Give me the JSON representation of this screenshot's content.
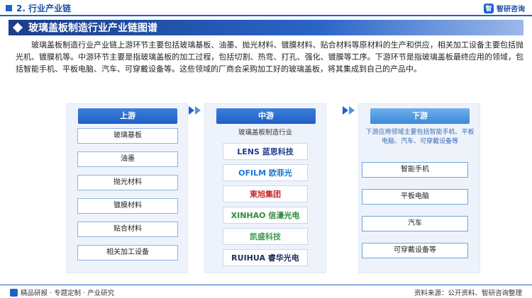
{
  "header": {
    "section": "2. 行业产业链",
    "brand": "智研咨询"
  },
  "title": "玻璃盖板制造行业产业链图谱",
  "paragraph": "玻璃盖板制造行业产业链上游环节主要包括玻璃基板、油墨、抛光材料、镀膜材料、贴合材料等原材料的生产和供应，相关加工设备主要包括抛光机、镀膜机等。中游环节主要是指玻璃盖板的加工过程，包括切割、热弯、打孔、强化、镀膜等工序。下游环节是指玻璃盖板最终应用的领域，包括智能手机、平板电脑、汽车、可穿戴设备等。这些领域的厂商会采购加工好的玻璃盖板，将其集成到自己的产品中。",
  "upstream": {
    "label": "上游",
    "items": [
      "玻璃基板",
      "油墨",
      "抛光材料",
      "镀膜材料",
      "贴合材料",
      "相关加工设备"
    ]
  },
  "midstream": {
    "label": "中游",
    "caption": "玻璃盖板制造行业",
    "logos": [
      {
        "text": "LENS 蓝思科技",
        "color": "#1c3d8f"
      },
      {
        "text": "OFILM 欧菲光",
        "color": "#1a76d2"
      },
      {
        "text": "東旭集团",
        "color": "#c62828"
      },
      {
        "text": "XINHAO 信濠光电",
        "color": "#2e8b3a"
      },
      {
        "text": "凯盛科技",
        "color": "#3f9a4a"
      },
      {
        "text": "RUIHUA 睿华光电",
        "color": "#1c2e5a"
      }
    ]
  },
  "downstream": {
    "label": "下游",
    "caption": "下游应用领域主要包括智能手机、平板电脑、汽车、可穿戴设备等",
    "items": [
      "智能手机",
      "平板电脑",
      "汽车",
      "可穿戴设备等"
    ]
  },
  "footer": {
    "left": "精品研报 · 专题定制 · 产业研究",
    "right": "资料来源：公开资料、智研咨询整理"
  },
  "colors": {
    "primary": "#1d63c9",
    "dark": "#1b3f8a",
    "panel": "#eef3fb"
  }
}
